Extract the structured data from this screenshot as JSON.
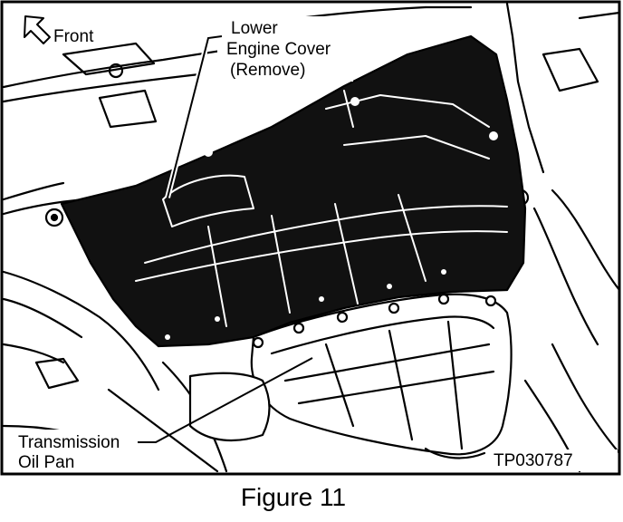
{
  "figure": {
    "direction_label": "Front",
    "callouts": {
      "engine_cover": [
        "Lower",
        "Engine Cover",
        "(Remove)"
      ],
      "oil_pan": [
        "Transmission",
        "Oil Pan"
      ]
    },
    "code": "TP030787",
    "caption": "Figure 11"
  },
  "colors": {
    "ink": "#000000",
    "paper": "#ffffff",
    "cover_fill": "#111111"
  },
  "icons": {
    "direction": "up-left-arrow-icon"
  }
}
